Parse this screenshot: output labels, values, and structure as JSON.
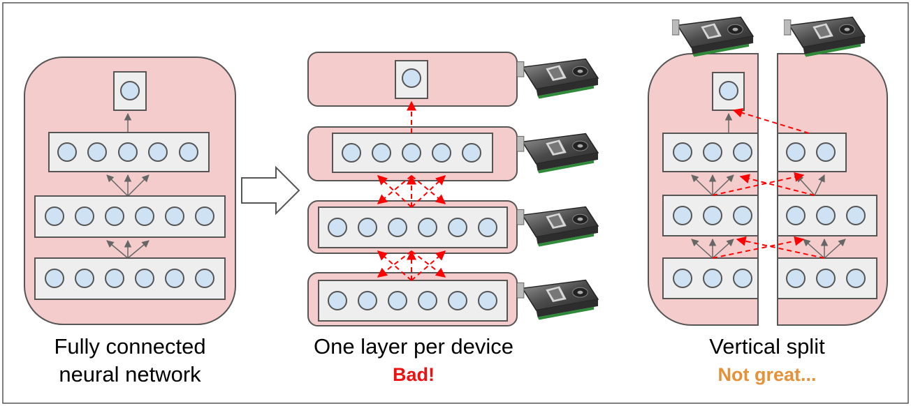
{
  "panels": {
    "fully_connected": {
      "caption_line1": "Fully connected",
      "caption_line2": "neural network"
    },
    "one_layer": {
      "caption": "One layer per device",
      "verdict": "Bad!",
      "verdict_color": "#ee1111"
    },
    "vertical": {
      "caption": "Vertical split",
      "verdict": "Not great...",
      "verdict_color": "#e69138"
    }
  },
  "colors": {
    "device_fill": "#f4cccc",
    "layer_fill": "#eeeeee",
    "neuron_fill": "#cfe2f3",
    "outline": "#555555",
    "cross_device_edge": "#ff0000",
    "local_edge": "#666666"
  },
  "icons": [
    "gpu-card-icon",
    "right-arrow-icon"
  ]
}
